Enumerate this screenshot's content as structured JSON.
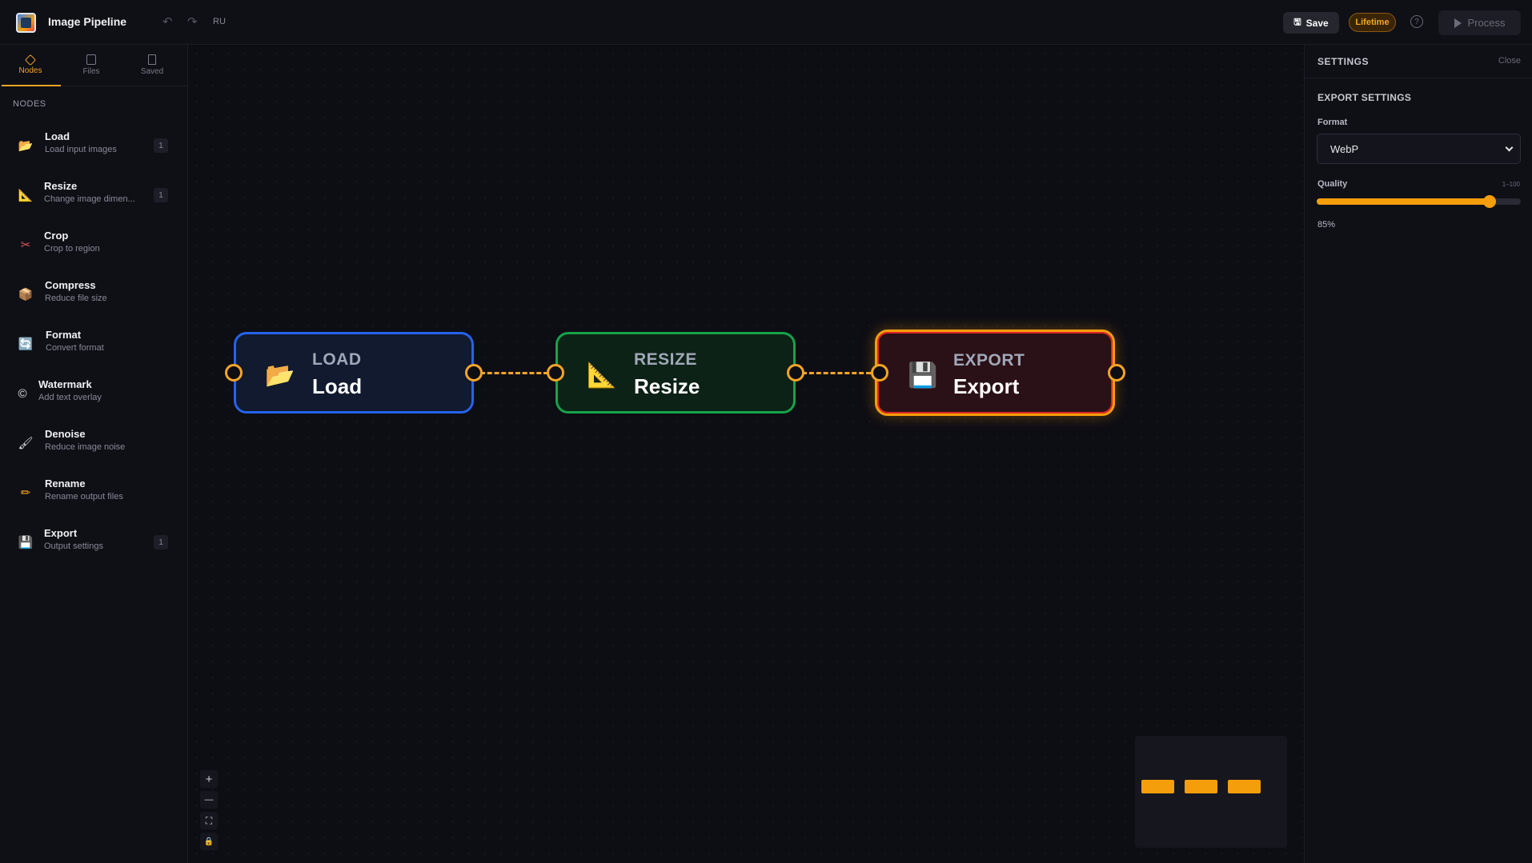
{
  "header": {
    "title": "Image Pipeline",
    "lang": "RU",
    "save_label": "Save",
    "lifetime_label": "Lifetime",
    "help_label": "?",
    "process_label": "Process"
  },
  "sidebar": {
    "tabs": [
      {
        "label": "Nodes",
        "icon": "layers-icon"
      },
      {
        "label": "Files",
        "icon": "file-image-icon"
      },
      {
        "label": "Saved",
        "icon": "bookmark-icon"
      }
    ],
    "active_tab": "Nodes",
    "section_label": "NODES",
    "items": [
      {
        "title": "Load",
        "sub": "Load input images",
        "count": "1",
        "icon": "📂"
      },
      {
        "title": "Resize",
        "sub": "Change image dimen...",
        "count": "1",
        "icon": "📐"
      },
      {
        "title": "Crop",
        "sub": "Crop to region",
        "count": "",
        "icon": "✂"
      },
      {
        "title": "Compress",
        "sub": "Reduce file size",
        "count": "",
        "icon": "📦"
      },
      {
        "title": "Format",
        "sub": "Convert format",
        "count": "",
        "icon": "🔄"
      },
      {
        "title": "Watermark",
        "sub": "Add text overlay",
        "count": "",
        "icon": "©"
      },
      {
        "title": "Denoise",
        "sub": "Reduce image noise",
        "count": "",
        "icon": "🖌"
      },
      {
        "title": "Rename",
        "sub": "Rename output files",
        "count": "",
        "icon": "✏"
      },
      {
        "title": "Export",
        "sub": "Output settings",
        "count": "1",
        "icon": "💾"
      }
    ]
  },
  "canvas": {
    "nodes": [
      {
        "type": "LOAD",
        "name": "Load",
        "icon": "📂",
        "color": "#2563eb"
      },
      {
        "type": "RESIZE",
        "name": "Resize",
        "icon": "📐",
        "color": "#16a34a"
      },
      {
        "type": "EXPORT",
        "name": "Export",
        "icon": "💾",
        "color": "#f59e0b",
        "selected": true
      }
    ],
    "edge_color": "#f5a524",
    "zoom_controls": [
      "+",
      "—",
      "⛶",
      "🔒"
    ]
  },
  "settings": {
    "title": "SETTINGS",
    "close_label": "Close",
    "section": "EXPORT SETTINGS",
    "format_label": "Format",
    "format_value": "WebP",
    "quality_label": "Quality",
    "quality_range": "1–100",
    "quality_value": 85,
    "quality_display": "85%"
  },
  "colors": {
    "accent": "#f5a524",
    "background": "#0d0d14"
  }
}
